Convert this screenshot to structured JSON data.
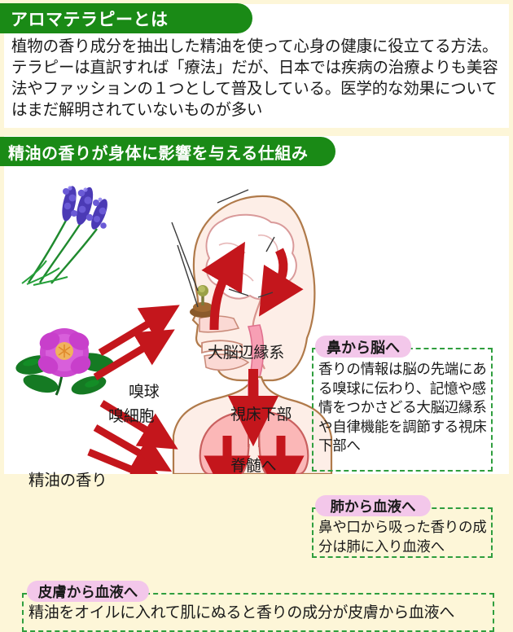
{
  "document": {
    "kind": "infographic",
    "language": "ja",
    "background_color": "#fdf6d8",
    "panel_color": "#ffffff"
  },
  "section_1": {
    "header": "アロマテラピーとは",
    "header_color": "#1a8a16",
    "body": "植物の香り成分を抽出した精油を使って心身の健康に役立てる方法。テラピーは直訳すれば「療法」だが、日本では疾病の治療よりも美容法やファッションの１つとして普及している。医学的な効果についてはまだ解明されていないものが多い"
  },
  "section_2": {
    "header": "精油の香りが身体に影響を与える仕組み",
    "header_color": "#1a8a16"
  },
  "diagram": {
    "labels": {
      "limbic_system": "大脳辺縁系",
      "olfactory_bulb": "嗅球",
      "olfactory_cell": "嗅細胞",
      "hypothalamus": "視床下部",
      "to_spinal_cord": "脊髄へ",
      "essential_oil_scent": "精油の香り"
    },
    "illustrations": {
      "lavender": "lavender-sprigs-illustration",
      "flower": "pink-camellia-flower-illustration",
      "head": "human-head-cross-section-illustration",
      "torso": "human-torso-lungs-illustration"
    },
    "arrow_color": "#c4161c",
    "skin_color": "#fce9e4"
  },
  "callouts": [
    {
      "id": "nose-to-brain",
      "title": "鼻から脳へ",
      "body": "香りの情報は脳の先端にある嗅球に伝わり、記憶や感情をつかさどる大脳辺縁系や自律機能を調節する視床下部へ",
      "title_bg": "#f3c7ea",
      "border_color": "#2f9e3e"
    },
    {
      "id": "lung-to-blood",
      "title": "肺から血液へ",
      "body": "鼻や口から吸った香りの成分は肺に入り血液へ",
      "title_bg": "#f3c7ea",
      "border_color": "#2f9e3e"
    },
    {
      "id": "skin-to-blood",
      "title": "皮膚から血液へ",
      "body": "精油をオイルに入れて肌にぬると香りの成分が皮膚から血液へ",
      "title_bg": "#f3c7ea",
      "border_color": "#2f9e3e"
    }
  ]
}
